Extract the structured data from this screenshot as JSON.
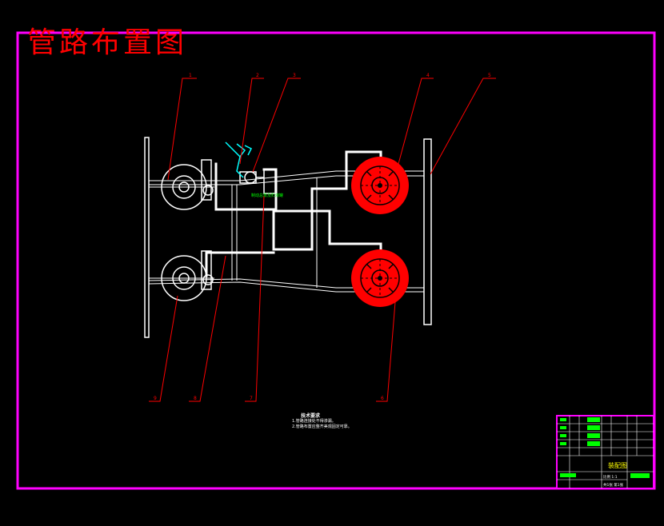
{
  "drawing": {
    "title": "管路布置图",
    "colors": {
      "frame": "#ff00ff",
      "title": "#ff0000",
      "pipes": "#ffffff",
      "leaders": "#ff0000",
      "brake_disc": "#ff0000",
      "label": "#00ff00",
      "bracket": "#00ffff",
      "title_block_fill": "#00ff00"
    },
    "leader_numbers_top": [
      "1",
      "2",
      "3",
      "4",
      "5"
    ],
    "leader_numbers_bottom": [
      "9",
      "8",
      "7",
      "6"
    ],
    "green_label": "制动总泵及贮液罐",
    "notes": {
      "heading": "技术要求",
      "lines": [
        "1.管路连接处不得渗漏。",
        "2.管路布置应整齐美观固定可靠。"
      ]
    },
    "title_block": {
      "drawing_name": "装配图",
      "scale_label": "比例 1:1",
      "sheet_label": "共1张 第1张"
    }
  }
}
